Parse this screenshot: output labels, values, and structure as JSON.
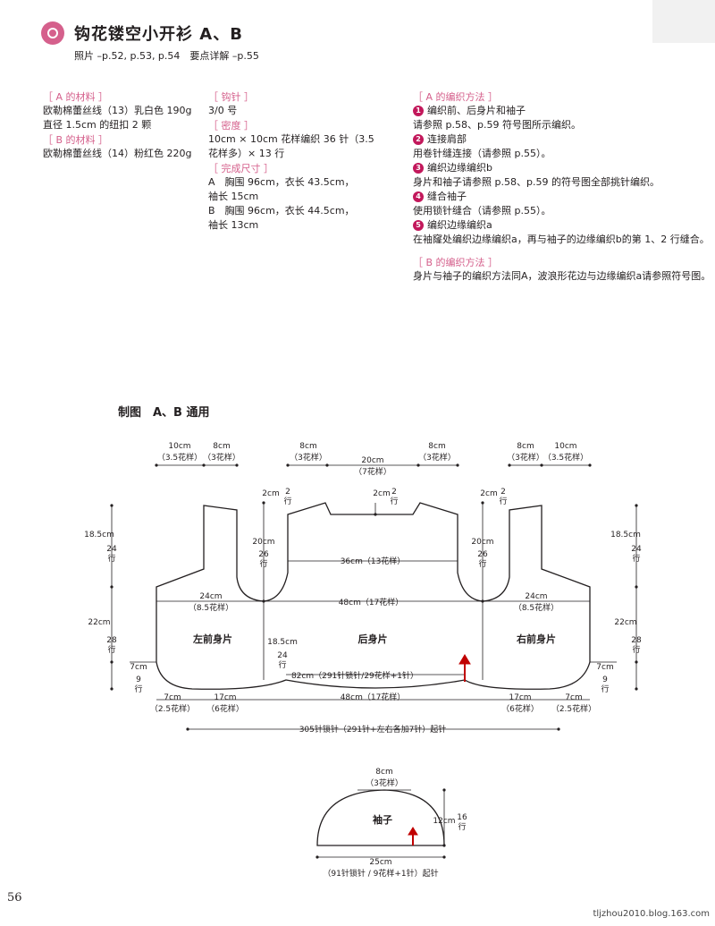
{
  "header": {
    "title": "钩花镂空小开衫 A、B",
    "subtitle": "照片 –p.52, p.53, p.54　要点详解 –p.55"
  },
  "materials": {
    "a_header": "［ A 的材料 ］",
    "a_lines": [
      "欧勒棉蕾丝线（13）乳白色 190g",
      "直径 1.5cm 的纽扣 2 颗"
    ],
    "b_header": "［ B 的材料 ］",
    "b_lines": [
      "欧勒棉蕾丝线（14）粉红色 220g"
    ]
  },
  "specs": {
    "hook_header": "［ 钩针 ］",
    "hook": "3/0 号",
    "gauge_header": "［ 密度 ］",
    "gauge_lines": [
      "10cm × 10cm 花样编织 36 针（3.5",
      "花样多）× 13 行"
    ],
    "size_header": "［ 完成尺寸 ］",
    "size_lines": [
      "A　胸围 96cm，衣长 43.5cm，",
      "袖长 15cm",
      "B　胸围 96cm，衣长 44.5cm，",
      "袖长 13cm"
    ]
  },
  "method_a": {
    "header": "［ A 的编织方法 ］",
    "steps": [
      {
        "num": "1",
        "title": "编织前、后身片和袖子",
        "detail": "请参照 p.58、p.59 符号图所示编织。"
      },
      {
        "num": "2",
        "title": "连接肩部",
        "detail": "用卷针缝连接（请参照 p.55）。"
      },
      {
        "num": "3",
        "title": "编织边缘编织b",
        "detail": "身片和袖子请参照 p.58、p.59 的符号图全部挑针编织。"
      },
      {
        "num": "4",
        "title": "缝合袖子",
        "detail": "使用锁针缝合（请参照 p.55）。"
      },
      {
        "num": "5",
        "title": "编织边缘编织a",
        "detail": "在袖窿处编织边缘编织a，再与袖子的边缘编织b的第 1、2 行缝合。"
      }
    ]
  },
  "method_b": {
    "header": "［ B 的编织方法 ］",
    "text": "身片与袖子的编织方法同A，波浪形花边与边缘编织a请参照符号图。"
  },
  "diagram": {
    "section_title": "制图　A、B 通用",
    "labels": {
      "top_l1": "10cm",
      "top_l1b": "（3.5花样）",
      "top_l2": "8cm",
      "top_l2b": "（3花样）",
      "top_c1": "8cm",
      "top_c1b": "（3花样）",
      "top_c2": "20cm",
      "top_c2b": "（7花样）",
      "top_c3": "8cm",
      "top_c3b": "（3花样）",
      "top_r1": "8cm",
      "top_r1b": "（3花样）",
      "top_r2": "10cm",
      "top_r2b": "（3.5花样）",
      "neck_l": "2cm",
      "neck_l_rows": "2\n行",
      "neck_c": "2cm",
      "neck_c_rows": "2\n行",
      "neck_r": "2cm",
      "neck_r_rows": "2\n行",
      "arm_l": "20cm",
      "arm_l_rows": "26\n行",
      "arm_r": "20cm",
      "arm_r_rows": "26\n行",
      "shoulder_w": "36cm（13花样）",
      "left_h1": "18.5cm",
      "left_h1_rows": "24\n行",
      "left_h2": "22cm",
      "left_h2_rows": "28\n行",
      "right_h1": "18.5cm",
      "right_h1_rows": "24\n行",
      "right_h2": "22cm",
      "right_h2_rows": "28\n行",
      "front_w_l": "24cm",
      "front_w_lb": "（8.5花样）",
      "back_w": "48cm（17花样）",
      "front_w_r": "24cm",
      "front_w_rb": "（8.5花样）",
      "left_front": "左前身片",
      "back": "后身片",
      "right_front": "右前身片",
      "side_h": "18.5cm",
      "side_rows": "24\n行",
      "chain_note": "82cm（291针锁针/29花样+1针）",
      "hem_l": "7cm",
      "hem_l_rows": "9\n行",
      "hem_r": "7cm",
      "hem_r_rows": "9\n行",
      "bot_l1": "7cm",
      "bot_l1b": "（2.5花样）",
      "bot_l2": "17cm",
      "bot_l2b": "（6花样）",
      "bot_c": "48cm（17花样）",
      "bot_r2": "17cm",
      "bot_r2b": "（6花样）",
      "bot_r1": "7cm",
      "bot_r1b": "（2.5花样）",
      "start_chain": "305针锁针（291针+左右各加7针）起针",
      "sleeve_top": "8cm",
      "sleeve_topb": "（3花样）",
      "sleeve_name": "袖子",
      "sleeve_h": "12cm",
      "sleeve_rows": "16\n行",
      "sleeve_w": "25cm",
      "sleeve_chain": "（91针锁针 / 9花样+1针）起针"
    }
  },
  "footer": {
    "page_number": "56",
    "watermark": "tljzhou2010.blog.163.com"
  },
  "colors": {
    "accent": "#d5608c",
    "arrow": "#c00000"
  }
}
